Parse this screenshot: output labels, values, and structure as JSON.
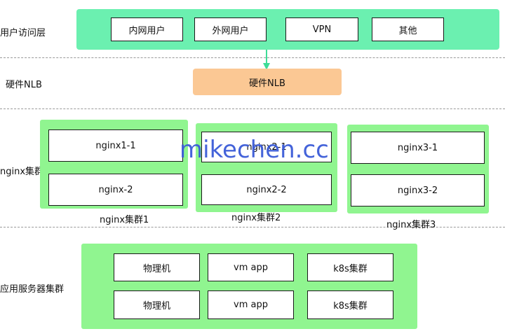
{
  "layers": {
    "user_access": "用户访问层",
    "hardware_nlb": "硬件NLB",
    "nginx_cluster": "nginx集群",
    "app_server_cluster": "应用服务器集群"
  },
  "user_access": {
    "items": [
      "内网用户",
      "外网用户",
      "VPN",
      "其他"
    ]
  },
  "nlb": {
    "label": "硬件NLB"
  },
  "nginx_clusters": [
    {
      "caption": "nginx集群1",
      "nodes": [
        "nginx1-1",
        "nginx-2"
      ]
    },
    {
      "caption": "nginx集群2",
      "nodes": [
        "nginx2-1",
        "nginx2-2"
      ]
    },
    {
      "caption": "nginx集群3",
      "nodes": [
        "nginx3-1",
        "nginx3-2"
      ]
    }
  ],
  "app_servers": {
    "rows": [
      [
        "物理机",
        "vm app",
        "k8s集群"
      ],
      [
        "物理机",
        "vm app",
        "k8s集群"
      ]
    ]
  },
  "watermark": "mikechen.cc",
  "colors": {
    "user_band": "#6bf0b0",
    "cluster_green": "#90f590",
    "nlb_orange": "#fbc894",
    "arrow": "#3ddc97",
    "watermark": "#3b5bd8"
  }
}
